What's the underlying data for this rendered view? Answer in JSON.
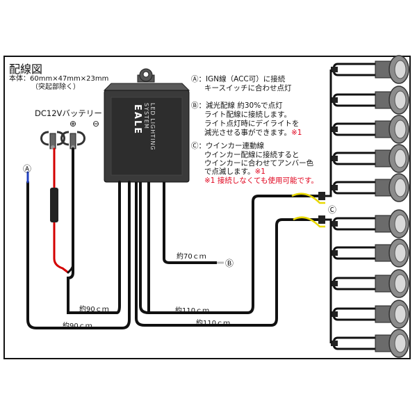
{
  "title": "配線図",
  "body_size": "本体：60mm×47mm×23mm",
  "body_note": "（突起部除く）",
  "battery_label": "DC12Vバッテリー",
  "terminal_plus": "⊕",
  "terminal_minus": "⊖",
  "marker_a": "Ⓐ",
  "marker_b": "Ⓑ",
  "marker_c": "Ⓒ",
  "box_text": "LED LIGHTING SYSTEM",
  "logo_text": "EALE",
  "notes": {
    "a_line1": "Ⓐ：IGN線（ACC可）に接続",
    "a_line2": "キースイッチに合わせ点灯",
    "b_line1": "Ⓑ：減光配線 約30%で点灯",
    "b_line2": "ライト配線に接続します。",
    "b_line3": "ライト点灯時にデイライトを",
    "b_line4": "減光させる事ができます。",
    "b_ref": "※1",
    "c_line1": "Ⓒ：ウインカー連動線",
    "c_line2": "ウインカー配線に接続すると",
    "c_line3": "ウインカーに合わせてアンバー色",
    "c_line4": "で点滅します。",
    "c_ref": "※1",
    "footnote": "※1 接続しなくても使用可能です。"
  },
  "lengths": {
    "b_wire": "約70ｃｍ",
    "power_inner": "約90ｃｍ",
    "power_outer": "約90ｃｍ",
    "led_upper": "約110ｃｍ",
    "led_lower": "約110ｃｍ"
  },
  "colors": {
    "red_note": "#e0001b",
    "wire_red": "#d40000",
    "wire_blue": "#1f3fbf",
    "wire_yellow": "#e8d800",
    "box": "#3a3a3a",
    "lamp": "#8c8c8c"
  },
  "lamp_count": 10
}
